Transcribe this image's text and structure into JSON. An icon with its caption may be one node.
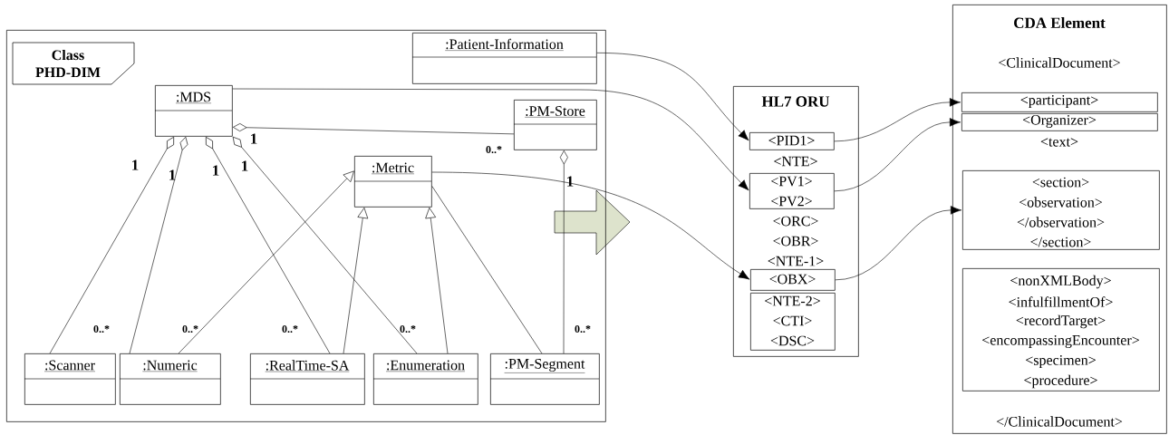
{
  "diagram": {
    "nodes": [
      {
        "text": [
          "Class PHD-DIM"
        ]
      },
      {
        "text": [
          ":Patient-Information"
        ],
        "in": 0
      },
      {
        "text": [
          ":MDS"
        ],
        "in": 0
      },
      {
        "text": [
          ":PM-Store"
        ],
        "in": 0
      },
      {
        "text": [
          ":Metric"
        ],
        "in": 0
      },
      {
        "text": [
          ":Scanner"
        ],
        "in": 0
      },
      {
        "text": [
          ":Numeric"
        ],
        "in": 0
      },
      {
        "text": [
          ":RealTime-SA"
        ],
        "in": 0
      },
      {
        "text": [
          ":Enumeration"
        ],
        "in": 0
      },
      {
        "text": [
          ":PM-Segment"
        ],
        "in": 0
      },
      {
        "text": [
          "HL7 ORU",
          "<NTE>",
          "<ORC>",
          "<OBR>",
          "<NTE-1>"
        ]
      },
      {
        "text": [
          "<PID1>"
        ],
        "in": 10
      },
      {
        "text": [
          "<PV1>",
          "<PV2>"
        ],
        "in": 10
      },
      {
        "text": [
          "<OBX>"
        ],
        "in": 10
      },
      {
        "text": [
          "<NTE-2>",
          "<CTI>",
          "<DSC>"
        ],
        "in": 10
      },
      {
        "text": [
          "CDA Element",
          "<ClinicalDocument>",
          "<text>",
          "</ClinicalDocument>"
        ]
      },
      {
        "text": [
          "<participant>"
        ],
        "in": 15
      },
      {
        "text": [
          "<Organizer>"
        ],
        "in": 15
      },
      {
        "text": [
          "<section>",
          "<observation>",
          "</observation>",
          "</section>"
        ],
        "in": 15
      },
      {
        "text": [
          "<nonXMLBody>",
          "<infulfillmentOf>",
          "<recordTarget>",
          "<encompassingEncounter>",
          "<specimen>",
          "<procedure>"
        ],
        "in": 15
      }
    ],
    "edges": [
      {
        "from": 2,
        "to": 3,
        "arrow": "other"
      },
      {
        "from": 2,
        "to": 5,
        "arrow": "other"
      },
      {
        "from": 2,
        "to": 6,
        "arrow": "other"
      },
      {
        "from": 2,
        "to": 7,
        "arrow": "other"
      },
      {
        "from": 2,
        "to": 8,
        "arrow": "other"
      },
      {
        "from": 3,
        "to": 9,
        "arrow": "other"
      },
      {
        "from": 6,
        "to": 4,
        "arrow": "to"
      },
      {
        "from": 7,
        "to": 4,
        "arrow": "to"
      },
      {
        "from": 8,
        "to": 4,
        "arrow": "to"
      },
      {
        "from": 4,
        "to": 9,
        "arrow": "none"
      },
      {
        "from": 1,
        "to": 11,
        "arrow": "to"
      },
      {
        "from": 2,
        "to": 12,
        "arrow": "to"
      },
      {
        "from": 4,
        "to": 13,
        "arrow": "to"
      },
      {
        "from": 11,
        "to": 16,
        "arrow": "to"
      },
      {
        "from": 12,
        "to": 17,
        "arrow": "to"
      },
      {
        "from": 13,
        "to": 18,
        "arrow": "to"
      }
    ],
    "labels": [
      "1",
      "0..*",
      "1",
      "1",
      "1",
      "1",
      "1",
      "0..*",
      "0..*",
      "0..*",
      "0..*",
      "0..*"
    ]
  }
}
